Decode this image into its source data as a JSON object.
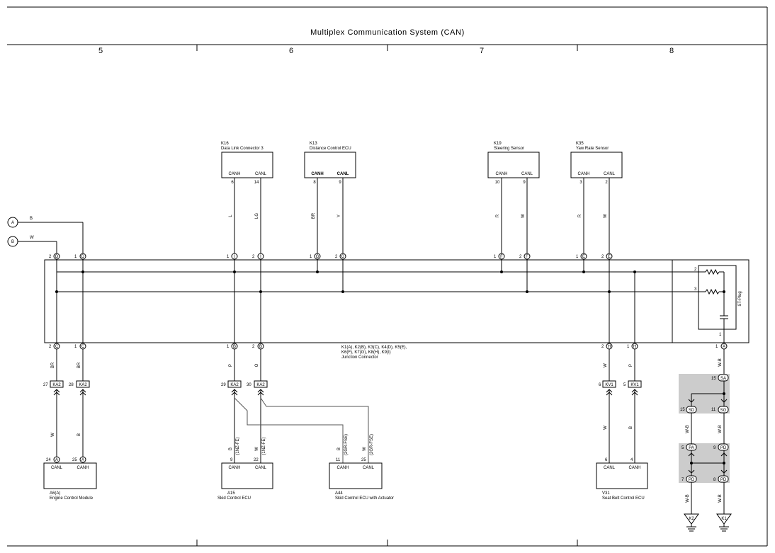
{
  "title": "Multiplex Communication System (CAN)",
  "columns": [
    "5",
    "6",
    "7",
    "8"
  ],
  "signals": {
    "canh": "CANH",
    "canl": "CANL"
  },
  "ecus_top": [
    {
      "code": "K16",
      "name": "Data Link Connector 3",
      "pins": [
        "6",
        "14"
      ],
      "wires": [
        "L",
        "LG"
      ],
      "conn": [
        "1",
        "2"
      ],
      "conn_letter": "I"
    },
    {
      "code": "K13",
      "name": "Distance Control ECU",
      "pins": [
        "8",
        "9"
      ],
      "wires": [
        "BR",
        "Y"
      ],
      "conn": [
        "1",
        "2"
      ],
      "conn_letter": "G"
    },
    {
      "code": "K19",
      "name": "Steering Sensor",
      "pins": [
        "10",
        "9"
      ],
      "wires": [
        "R",
        "W"
      ],
      "conn": [
        "1",
        "2"
      ],
      "conn_letter": "F"
    },
    {
      "code": "K35",
      "name": "Yaw Rate Sensor",
      "pins": [
        "3",
        "2"
      ],
      "wires": [
        "R",
        "W"
      ],
      "conn": [
        "1",
        "2"
      ],
      "conn_letter": "E"
    }
  ],
  "refs": [
    {
      "id": "A",
      "wire": "B"
    },
    {
      "id": "B",
      "wire": "W"
    }
  ],
  "top_left_conn": {
    "pins": [
      "2",
      "1"
    ],
    "letter": "D"
  },
  "junction": {
    "label1": "K1(A), K2(B), K3(C), K4(D), K5(E),",
    "label2": "K6(F), K7(G), K8(H), K9(I)",
    "label3": "Junction Connector"
  },
  "st_plug": {
    "label": "ST-Plug",
    "pins": [
      "2",
      "3",
      "1"
    ]
  },
  "bottom_conn": [
    {
      "pins": [
        "2",
        "1"
      ],
      "letter": "C",
      "wires": [
        "BR",
        "BR"
      ]
    },
    {
      "pins": [
        "1",
        "2"
      ],
      "letter": "B",
      "wires": [
        "P",
        "O"
      ]
    },
    {
      "pins": [
        "2",
        "1"
      ],
      "letter": "H",
      "wires": [
        "W",
        "P"
      ]
    },
    {
      "pins": [
        "1"
      ],
      "letter": "A",
      "wires": [
        "W-B"
      ]
    }
  ],
  "inline_connectors": [
    {
      "left_pin": "27",
      "left": "KA2",
      "right_pin": "28",
      "right": "KA2"
    },
    {
      "left_pin": "29",
      "left": "KA2",
      "right_pin": "30",
      "right": "KA2"
    },
    {
      "left_pin": "6",
      "left": "KV1",
      "right_pin": "5",
      "right": "KV1"
    }
  ],
  "ecus_bottom": [
    {
      "code": "A6(A)",
      "name": "Engine Control Module",
      "pins": [
        "24",
        "25"
      ],
      "pin_letter": "A",
      "wires": [
        "W",
        "B"
      ]
    },
    {
      "code": "A15",
      "name": "Skid Control ECU",
      "pins": [
        "9",
        "22"
      ],
      "wires": [
        "B",
        "W"
      ],
      "variant": "(1NZ-FE)"
    },
    {
      "code": "A44",
      "name": "Skid Control ECU with Actuator",
      "pins": [
        "11",
        "25"
      ],
      "wires": [
        "B",
        "W"
      ],
      "variant": "(2GR-FSE)"
    },
    {
      "code": "V31",
      "name": "Seat Belt Control ECU",
      "pins": [
        "6",
        "4"
      ],
      "wires": [
        "W",
        "B"
      ]
    }
  ],
  "ground_section": {
    "sa": {
      "pin": "15",
      "letter": "SA"
    },
    "sd": {
      "pin": "15",
      "letter": "SD"
    },
    "sg": {
      "pin": "11",
      "letter": "SG"
    },
    "pa": {
      "pin": "5",
      "letter": "PA"
    },
    "pd_top": {
      "pin": "9",
      "letter": "PD"
    },
    "pd_l": {
      "pin": "7",
      "letter": "PD"
    },
    "pd_r": {
      "pin": "8",
      "letter": "PD"
    },
    "wire": "W-B",
    "grounds": [
      "K2",
      "K1"
    ]
  }
}
